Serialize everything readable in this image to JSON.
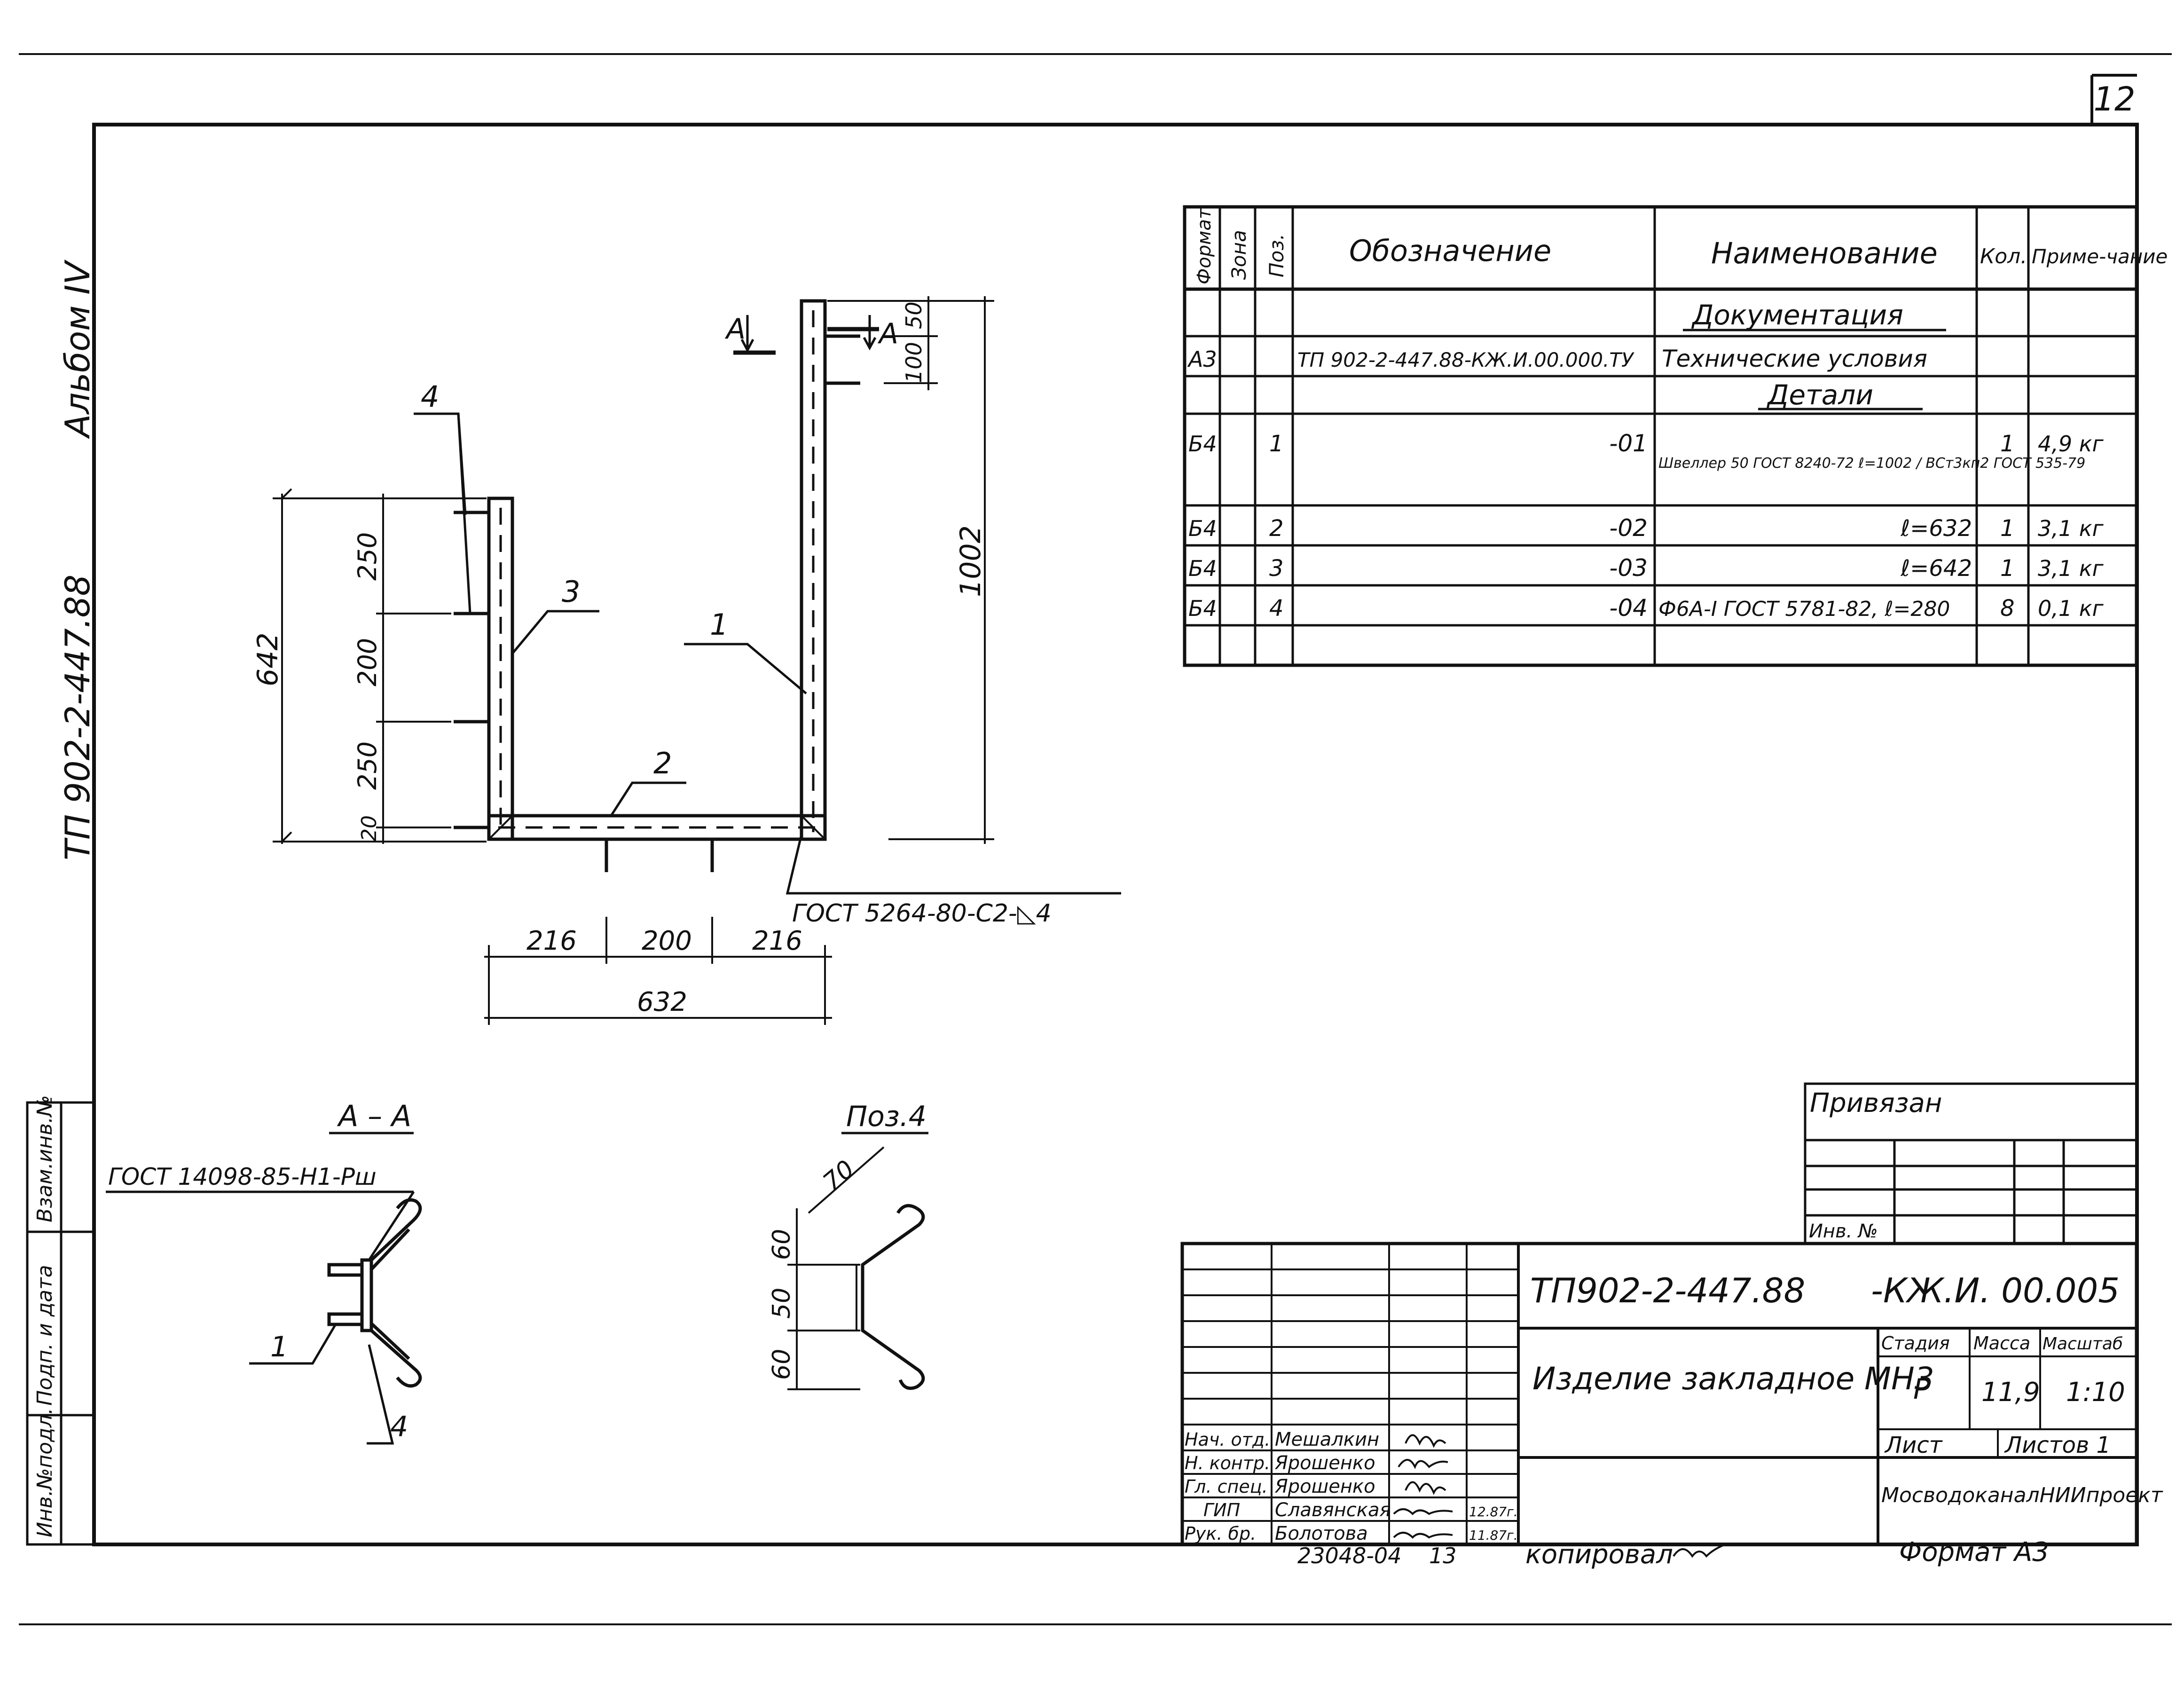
{
  "sheet": {
    "number": "12"
  },
  "side_labels": {
    "album": "Альбом IV",
    "code": "ТП 902-2-447.88"
  },
  "margin_stamp": {
    "cells": [
      "Инв.№подл.",
      "Подп. и дата",
      "Взам.инв.№"
    ]
  },
  "spec_table": {
    "headers": {
      "format": "Формат",
      "zone": "Зона",
      "pos": "Поз.",
      "designation": "Обозначение",
      "name": "Наименование",
      "qty": "Кол.",
      "note": "Приме-чание"
    },
    "sections": {
      "documentation": "Документация",
      "details": "Детали"
    },
    "rows": [
      {
        "format": "А3",
        "pos": "",
        "designation": "ТП 902-2-447.88-КЖ.И.00.000.ТУ",
        "name": "Технические условия",
        "qty": "",
        "note": ""
      },
      {
        "format": "Б4",
        "pos": "1",
        "designation": "-01",
        "name": "Швеллер 50 ГОСТ 8240-72 ℓ=1002 / ВСт3кп2 ГОСТ 535-79",
        "qty": "1",
        "note": "4,9 кг"
      },
      {
        "format": "Б4",
        "pos": "2",
        "designation": "-02",
        "name": "ℓ=632",
        "qty": "1",
        "note": "3,1 кг"
      },
      {
        "format": "Б4",
        "pos": "3",
        "designation": "-03",
        "name": "ℓ=642",
        "qty": "1",
        "note": "3,1 кг"
      },
      {
        "format": "Б4",
        "pos": "4",
        "designation": "-04",
        "name": "Ф6А-I ГОСТ 5781-82, ℓ=280",
        "qty": "8",
        "note": "0,1 кг"
      }
    ]
  },
  "main_view": {
    "section_mark": "А",
    "callouts": [
      "1",
      "2",
      "3",
      "4"
    ],
    "dims_left": [
      "642",
      "250",
      "200",
      "250",
      "20"
    ],
    "dims_right": [
      "1002",
      "100",
      "50"
    ],
    "dims_bottom": [
      "216",
      "200",
      "216",
      "632"
    ],
    "weld_note": "ГОСТ 5264-80-С2-◺4"
  },
  "section_view": {
    "title": "А – А",
    "weld_note": "ГОСТ 14098-85-Н1-Рш",
    "callouts": [
      "1",
      "4"
    ]
  },
  "pos4_view": {
    "title": "Поз.4",
    "dims": [
      "70",
      "60",
      "50",
      "60"
    ]
  },
  "privyazan": {
    "title": "Привязан",
    "inv": "Инв. №"
  },
  "title_block": {
    "code": "ТП902-2-447.88",
    "suffix": "-КЖ.И. 00.005",
    "name": "Изделие закладное МН3",
    "stage_label": "Стадия",
    "mass_label": "Масса",
    "scale_label": "Масштаб",
    "stage": "Р",
    "mass": "11,9",
    "scale": "1:10",
    "sheet_label": "Лист",
    "sheets_label": "Листов 1",
    "org": "МосводоканалНИИпроект",
    "signers": [
      {
        "role": "Нач. отд.",
        "name": "Мешалкин",
        "sign": "",
        "date": ""
      },
      {
        "role": "Н. контр.",
        "name": "Ярошенко",
        "sign": "",
        "date": ""
      },
      {
        "role": "Гл. спец.",
        "name": "Ярошенко",
        "sign": "",
        "date": ""
      },
      {
        "role": "ГИП",
        "name": "Славянская",
        "sign": "",
        "date": "12.87г."
      },
      {
        "role": "Рук. бр.",
        "name": "Болотова",
        "sign": "",
        "date": "11.87г."
      }
    ]
  },
  "footer": {
    "archive": "23048-04",
    "page": "13",
    "copied_label": "копировал",
    "format": "Формат А3"
  }
}
